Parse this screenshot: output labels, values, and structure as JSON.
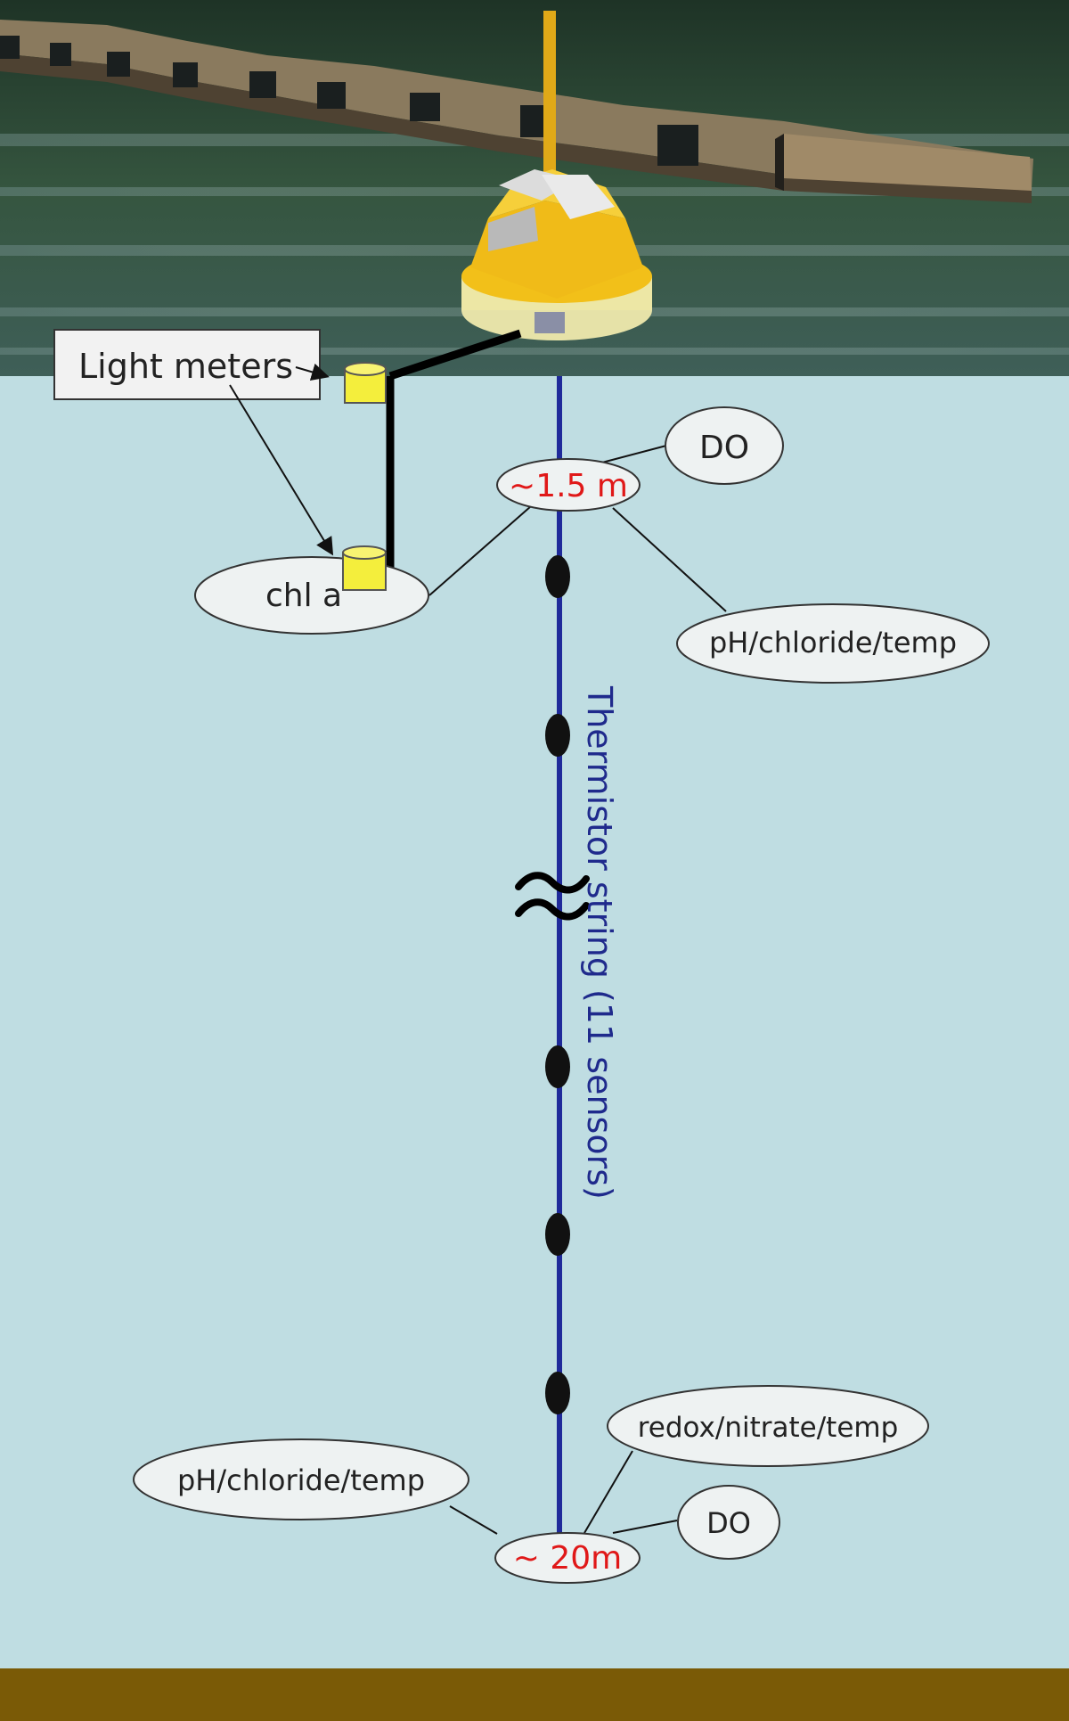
{
  "labels": {
    "light_meters": "Light meters",
    "chl_a": "chl a",
    "top_depth": "~1.5 m",
    "top_do": "DO",
    "top_ph": "pH/chloride/temp",
    "thermistor": "Thermistor string (11 sensors)",
    "bottom_redox": "redox/nitrate/temp",
    "bottom_ph": "pH/chloride/temp",
    "bottom_do": "DO",
    "bottom_depth": "~ 20m"
  },
  "colors": {
    "water_surface": "#2d4a3c",
    "underwater": "#bfdde2",
    "lake_bed": "#7a5a06",
    "buoy": "#f2c019",
    "sensor_yellow": "#f4ee3c",
    "string_line": "#1f2a9a",
    "depth_text": "#e01818",
    "thermistor_text": "#1f2a8c"
  },
  "icons": {
    "break_symbol": "double-tilde-break-icon",
    "buoy": "buoy-icon",
    "light_meter": "cylinder-sensor-icon"
  }
}
